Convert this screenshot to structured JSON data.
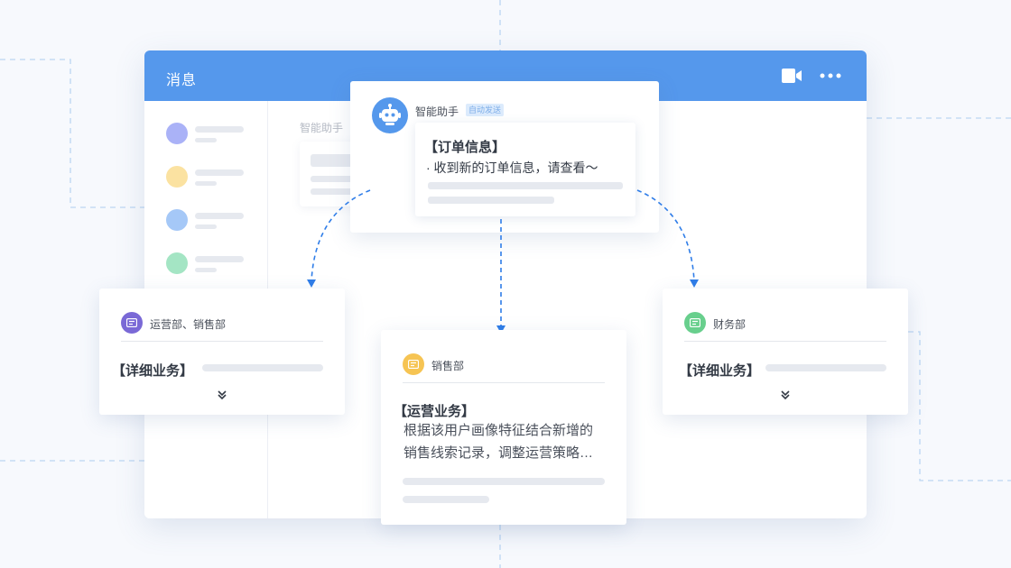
{
  "window": {
    "title": "消息"
  },
  "sidebar": {
    "contacts": [
      {
        "avatar_color": "#aab2f7"
      },
      {
        "avatar_color": "#fbe2a1"
      },
      {
        "avatar_color": "#a5c8f7"
      },
      {
        "avatar_color": "#a4e5c4"
      }
    ]
  },
  "chat": {
    "label": "智能助手"
  },
  "assistant": {
    "name": "智能助手",
    "badge": "自动发送",
    "message_title": "【订单信息】",
    "message_text": "· 收到新的订单信息，请查看～"
  },
  "departments": {
    "left": {
      "name": "运营部、销售部",
      "heading": "【详细业务】",
      "icon_color": "#7a69d6"
    },
    "center": {
      "name": "销售部",
      "heading": "【运营业务】",
      "body_line1": "根据该用户画像特征结合新增的",
      "body_line2": "销售线索记录，调整运营策略…",
      "icon_color": "#f6c453"
    },
    "right": {
      "name": "财务部",
      "heading": "【详细业务】",
      "icon_color": "#68cf8d"
    }
  },
  "colors": {
    "accent": "#5598ec",
    "arrow": "#2f7de8"
  },
  "icons": {
    "video": "video-camera-icon",
    "more": "more-dots-icon",
    "robot": "robot-icon",
    "dept": "message-icon",
    "expand": "double-chevron-down-icon"
  }
}
